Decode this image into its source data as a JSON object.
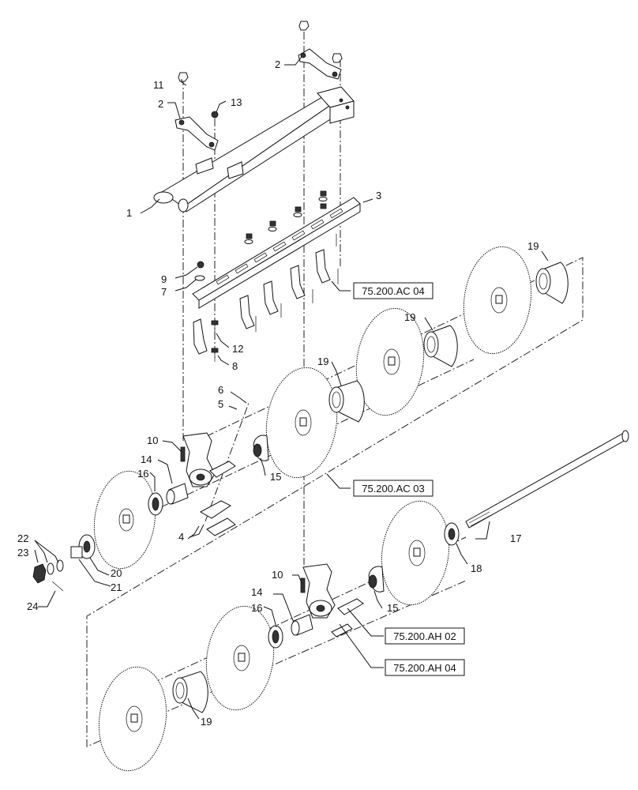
{
  "callouts": {
    "c1": "1",
    "c2a": "2",
    "c2b": "2",
    "c3": "3",
    "c4": "4",
    "c5": "5",
    "c6": "6",
    "c7": "7",
    "c8": "8",
    "c9": "9",
    "c10a": "10",
    "c10b": "10",
    "c11": "11",
    "c12": "12",
    "c13": "13",
    "c14a": "14",
    "c14b": "14",
    "c15a": "15",
    "c15b": "15",
    "c16a": "16",
    "c16b": "16",
    "c17": "17",
    "c18": "18",
    "c19a": "19",
    "c19b": "19",
    "c19c": "19",
    "c19d": "19",
    "c20": "20",
    "c21": "21",
    "c22": "22",
    "c23": "23",
    "c24": "24"
  },
  "references": {
    "ac04": "75.200.AC 04",
    "ac03": "75.200.AC 03",
    "ah02": "75.200.AH 02",
    "ah04": "75.200.AH 04"
  }
}
